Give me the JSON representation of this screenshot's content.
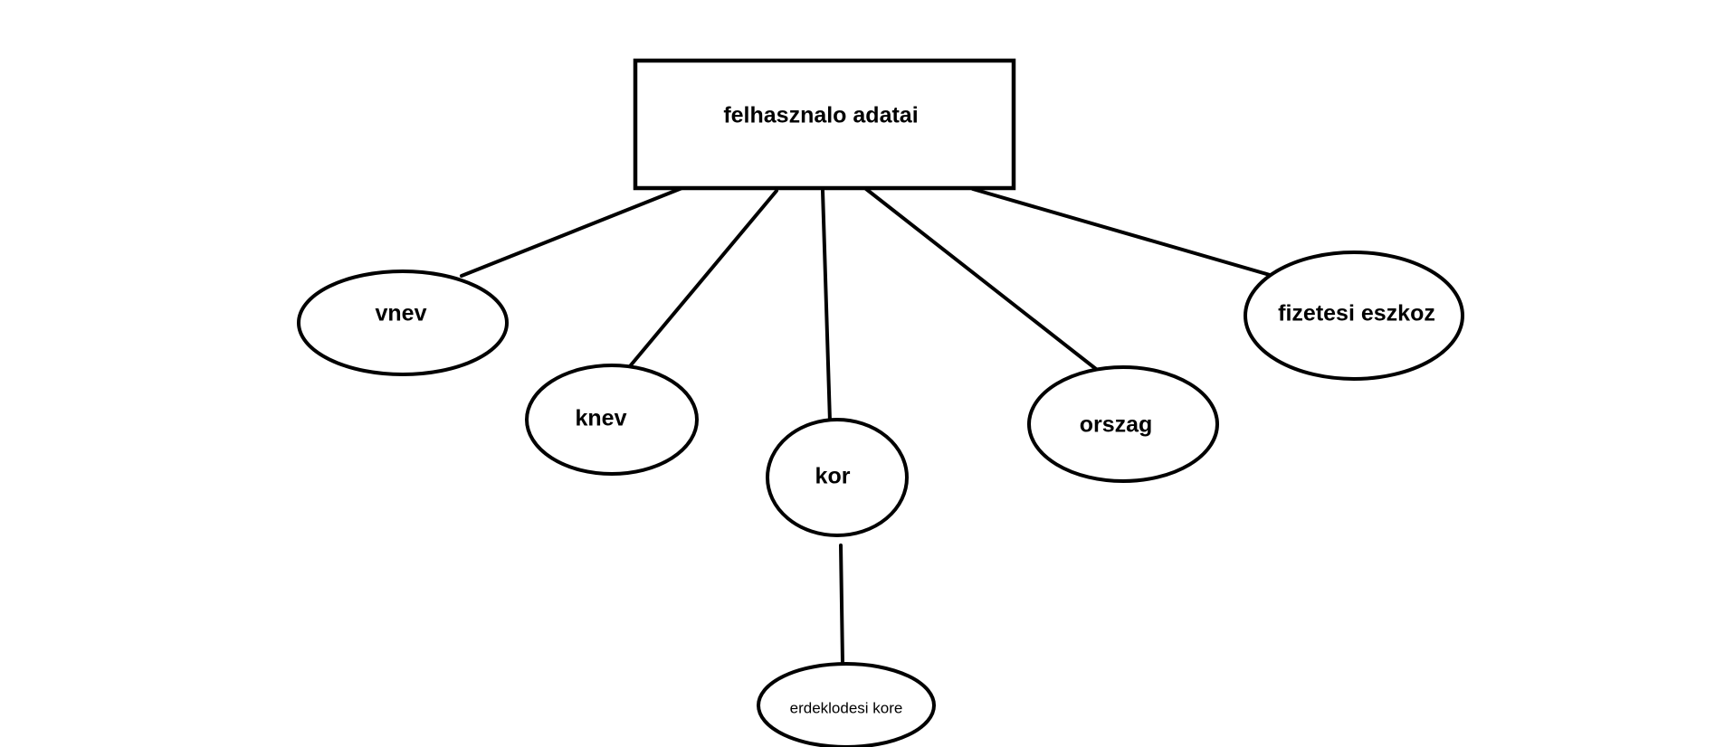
{
  "diagram": {
    "type": "entity-attribute",
    "colors": {
      "background": "#ffffff",
      "stroke": "#000000",
      "text": "#000000"
    },
    "entity": {
      "id": "felhasznalo",
      "label": "felhasznalo adatai"
    },
    "attributes": [
      {
        "id": "vnev",
        "label": "vnev",
        "parent": "felhasznalo"
      },
      {
        "id": "knev",
        "label": "knev",
        "parent": "felhasznalo"
      },
      {
        "id": "kor",
        "label": "kor",
        "parent": "felhasznalo"
      },
      {
        "id": "orszag",
        "label": "orszag",
        "parent": "felhasznalo"
      },
      {
        "id": "fizetesi-eszkoz",
        "label": "fizetesi eszkoz",
        "parent": "felhasznalo"
      },
      {
        "id": "erdeklodesi-kore",
        "label": "erdeklodesi kore",
        "parent": "kor"
      }
    ]
  }
}
